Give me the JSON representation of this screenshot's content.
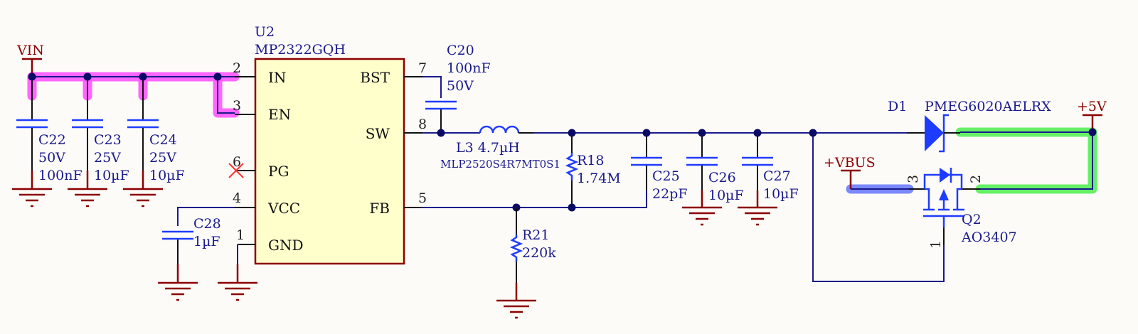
{
  "colors": {
    "background": "#fdfbf8",
    "wire": "#1a1a8c",
    "component": "#1e3cff",
    "power_net": "#8b0000",
    "ic_fill": "#ffffcc",
    "ic_border": "#8b0000",
    "highlight_vin": "#ff55ff",
    "highlight_5v": "#55ee55",
    "highlight_vbus": "#6b7cff",
    "no_connect": "#ff3333"
  },
  "power_ports": {
    "vin": "VIN",
    "vbus": "+VBUS",
    "v5": "+5V"
  },
  "ic": {
    "ref": "U2",
    "part": "MP2322GQH",
    "pins_left": [
      {
        "num": "2",
        "name": "IN"
      },
      {
        "num": "3",
        "name": "EN"
      },
      {
        "num": "6",
        "name": "PG",
        "no_connect": true
      },
      {
        "num": "4",
        "name": "VCC"
      },
      {
        "num": "1",
        "name": "GND"
      }
    ],
    "pins_right": [
      {
        "num": "7",
        "name": "BST"
      },
      {
        "num": "8",
        "name": "SW"
      },
      {
        "num": "5",
        "name": "FB"
      }
    ]
  },
  "capacitors": {
    "c22": {
      "ref": "C22",
      "voltage": "50V",
      "value": "100nF"
    },
    "c23": {
      "ref": "C23",
      "voltage": "25V",
      "value": "10µF"
    },
    "c24": {
      "ref": "C24",
      "voltage": "25V",
      "value": "10µF"
    },
    "c20": {
      "ref": "C20",
      "value": "100nF",
      "voltage": "50V"
    },
    "c28": {
      "ref": "C28",
      "value": "1µF"
    },
    "c25": {
      "ref": "C25",
      "value": "22pF"
    },
    "c26": {
      "ref": "C26",
      "value": "10µF"
    },
    "c27": {
      "ref": "C27",
      "value": "10µF"
    }
  },
  "inductor": {
    "ref_value": "L3 4.7µH",
    "part": "MLP2520S4R7MT0S1"
  },
  "resistors": {
    "r18": {
      "ref": "R18",
      "value": "1.74M"
    },
    "r21": {
      "ref": "R21",
      "value": "220k"
    }
  },
  "diode": {
    "ref": "D1",
    "part": "PMEG6020AELRX"
  },
  "mosfet": {
    "ref": "Q2",
    "part": "AO3407",
    "pins": {
      "gate": "1",
      "source": "2",
      "drain": "3"
    }
  }
}
